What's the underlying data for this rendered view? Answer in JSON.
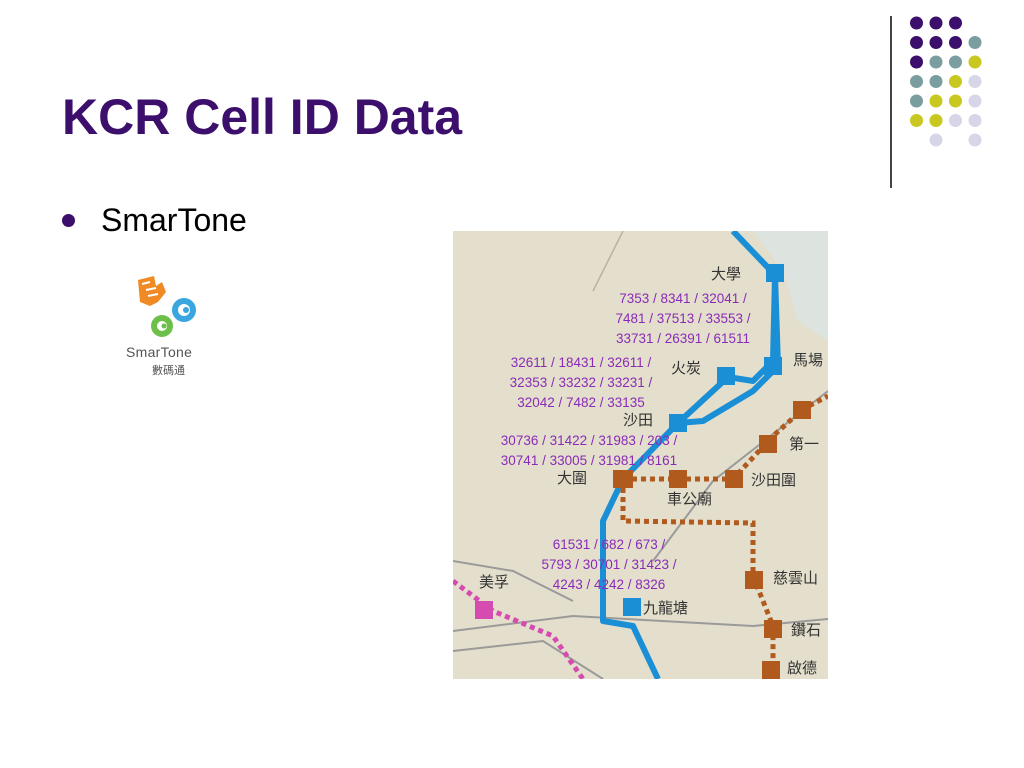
{
  "slide": {
    "title": "KCR Cell ID Data",
    "bullet": "SmarTone"
  },
  "logo": {
    "name": "SmarTone",
    "subtitle": "數碼通"
  },
  "map": {
    "stations": {
      "university": "大學",
      "fo_tan": "火炭",
      "ma_on_shan": "馬場",
      "sha_tin": "沙田",
      "tai_wai": "大圍",
      "che_kung_temple": "車公廟",
      "sha_tin_wai": "沙田圍",
      "first_city": "第一",
      "mei_foo": "美孚",
      "kowloon_tong": "九龍塘",
      "tsz_wan_shan": "慈雲山",
      "diamond_hill": "鑽石",
      "kai_tak": "啟德"
    },
    "cell_groups": [
      [
        "7353 / 8341 / 32041 /",
        "7481 / 37513 / 33553 /",
        "33731 / 26391 / 61511"
      ],
      [
        "32611 / 18431 / 32611 /",
        "32353 / 33232 / 33231 /",
        "32042 / 7482 / 33135"
      ],
      [
        "30736 / 31422 / 31983 / 203 /",
        "30741 / 33005 / 31981 / 8161"
      ],
      [
        "61531 / 682 / 673 /",
        "5793 / 30701 / 31423 /",
        "4243 / 4242 / 8326"
      ]
    ]
  },
  "colors": {
    "title": "#3b0f6b",
    "east_rail": "#1b8fd6",
    "ma_on_shan_line": "#b05a1e",
    "mei_foo_line": "#d64bb0",
    "cell_text": "#8a2bb8",
    "dot_purple": "#3b0f6b",
    "dot_teal": "#7a9e9f",
    "dot_lime": "#c8c820",
    "dot_lavender": "#d6d6e8"
  }
}
